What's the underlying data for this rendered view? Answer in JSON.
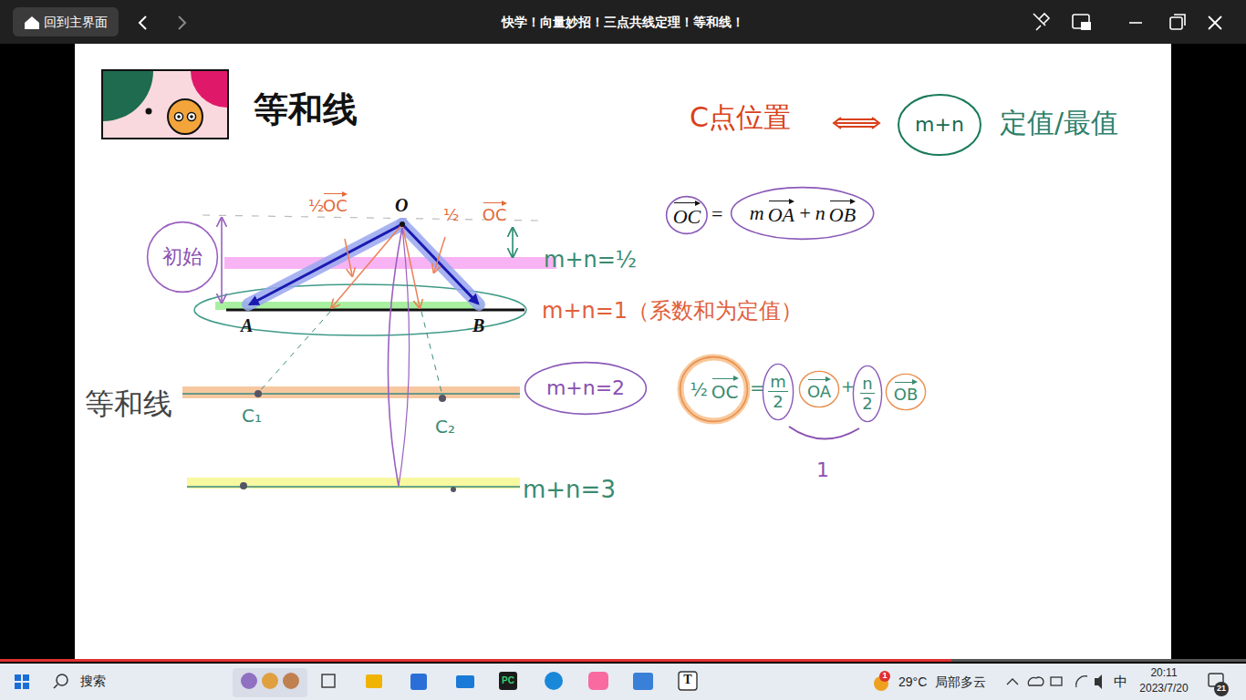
{
  "diagram": {
    "title": "等和线",
    "nodes": [
      {
        "text": [
          "m+n"
        ]
      },
      {
        "text": [
          "初始"
        ]
      },
      {
        "text": [
          "OC"
        ]
      },
      {
        "text": [
          "m",
          "OA",
          "+",
          "n",
          "OB"
        ]
      },
      {
        "text": [
          "m+n=2"
        ]
      },
      {
        "text": [
          "½",
          "OC"
        ]
      },
      {
        "text": [
          "m",
          "2"
        ]
      },
      {
        "text": [
          "OA"
        ]
      },
      {
        "text": [
          "n",
          "2"
        ]
      },
      {
        "text": [
          "OB"
        ]
      }
    ],
    "labels": [
      "回到主界面",
      "快学！向量妙招！三点共线定理！等和线！",
      "C点位置",
      "定值/最值",
      "½",
      "OC",
      "O",
      "½",
      "OC",
      "m+n=½",
      "A",
      "B",
      "m+n=1（系数和为定值）",
      "等和线",
      "C₁",
      "C₂",
      "m+n=3",
      "=",
      "=",
      "+",
      "1",
      "搜索",
      "29°C",
      "局部多云",
      "中",
      "20:11",
      "2023/7/20",
      "21",
      "1",
      "PC",
      "T"
    ]
  }
}
